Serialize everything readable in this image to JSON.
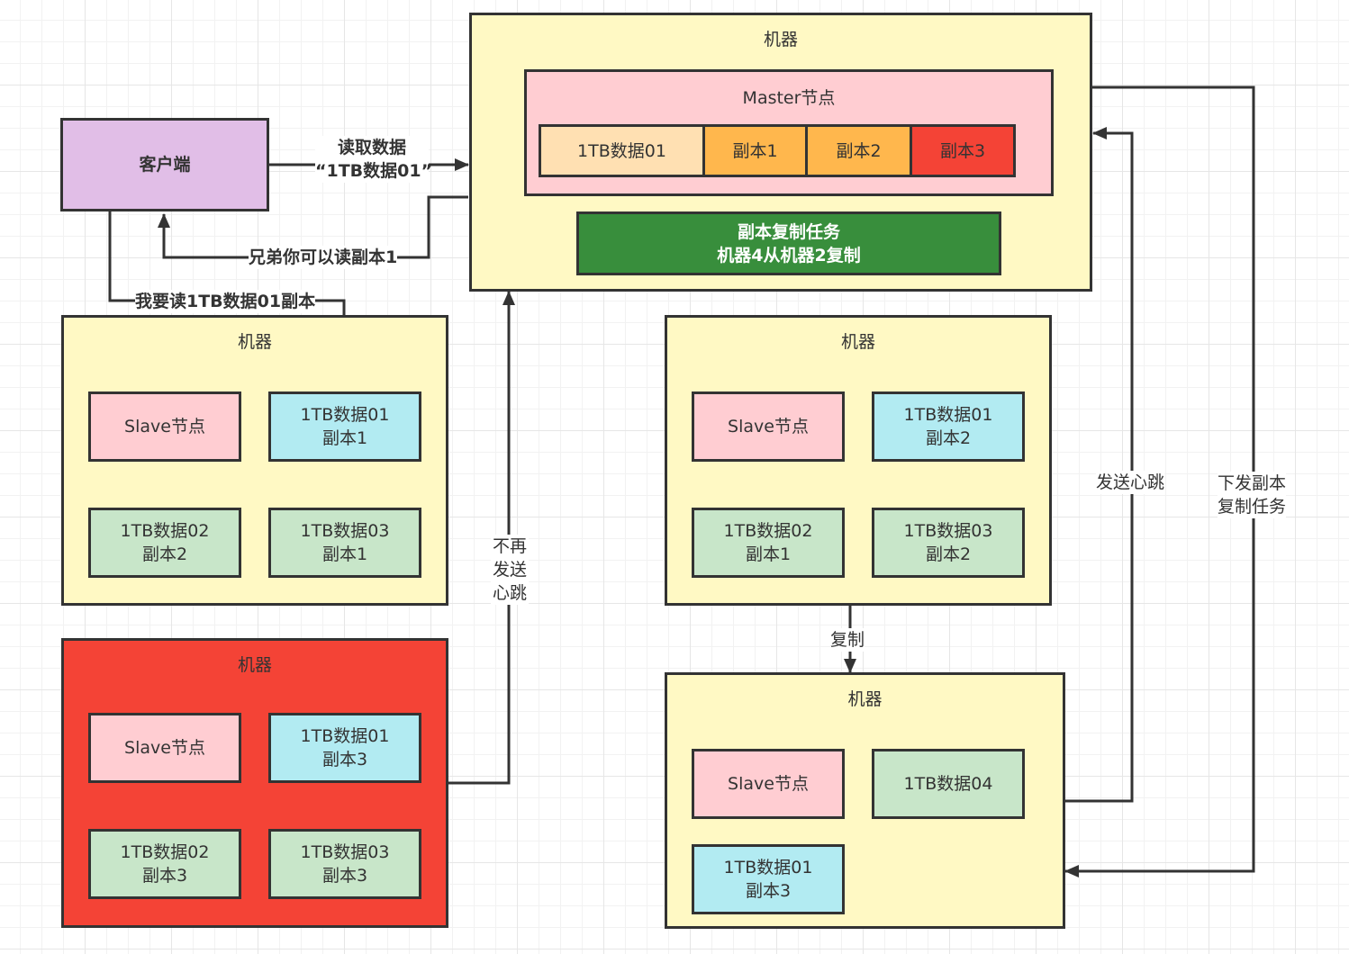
{
  "client": {
    "label": "客户端"
  },
  "master_machine": {
    "title": "机器",
    "master_node": {
      "label": "Master节点",
      "segments": [
        {
          "label": "1TB数据01",
          "color": "#ffe0b2"
        },
        {
          "label": "副本1",
          "color": "#ffb74d"
        },
        {
          "label": "副本2",
          "color": "#ffb74d"
        },
        {
          "label": "副本3",
          "color": "#f44336"
        }
      ]
    },
    "task": {
      "line1": "副本复制任务",
      "line2": "机器4从机器2复制",
      "color": "#388e3c"
    }
  },
  "machines": [
    {
      "title": "机器",
      "status": "alive",
      "items": [
        {
          "line1": "Slave节点",
          "line2": "",
          "type": "slave"
        },
        {
          "line1": "1TB数据01",
          "line2": "副本1",
          "type": "data01"
        },
        {
          "line1": "1TB数据02",
          "line2": "副本2",
          "type": "data"
        },
        {
          "line1": "1TB数据03",
          "line2": "副本1",
          "type": "data"
        }
      ]
    },
    {
      "title": "机器",
      "status": "dead",
      "color": "#f44336",
      "items": [
        {
          "line1": "Slave节点",
          "line2": "",
          "type": "slave"
        },
        {
          "line1": "1TB数据01",
          "line2": "副本3",
          "type": "data01"
        },
        {
          "line1": "1TB数据02",
          "line2": "副本3",
          "type": "data"
        },
        {
          "line1": "1TB数据03",
          "line2": "副本3",
          "type": "data"
        }
      ]
    },
    {
      "title": "机器",
      "status": "alive",
      "items": [
        {
          "line1": "Slave节点",
          "line2": "",
          "type": "slave"
        },
        {
          "line1": "1TB数据01",
          "line2": "副本2",
          "type": "data01"
        },
        {
          "line1": "1TB数据02",
          "line2": "副本1",
          "type": "data"
        },
        {
          "line1": "1TB数据03",
          "line2": "副本2",
          "type": "data"
        }
      ]
    },
    {
      "title": "机器",
      "status": "alive",
      "items": [
        {
          "line1": "Slave节点",
          "line2": "",
          "type": "slave"
        },
        {
          "line1": "1TB数据04",
          "line2": "",
          "type": "data"
        },
        {
          "line1": "1TB数据01",
          "line2": "副本3",
          "type": "data01"
        }
      ]
    }
  ],
  "edges": {
    "read_request": {
      "line1": "读取数据",
      "line2": "“1TB数据01”"
    },
    "master_reply": "兄弟你可以读副本1",
    "client_read_replica": "我要读1TB数据01副本",
    "no_heartbeat": {
      "line1": "不再",
      "line2": "发送",
      "line3": "心跳"
    },
    "copy": "复制",
    "heartbeat": "发送心跳",
    "dispatch_task": {
      "line1": "下发副本",
      "line2": "复制任务"
    }
  },
  "colors": {
    "machine_bg": "#fff9c4",
    "slave": "#ffcdd2",
    "replica_data01": "#b2ebf2",
    "data": "#c8e6c9",
    "client": "#e1bee7",
    "dead_machine": "#f44336",
    "stroke": "#333333"
  }
}
